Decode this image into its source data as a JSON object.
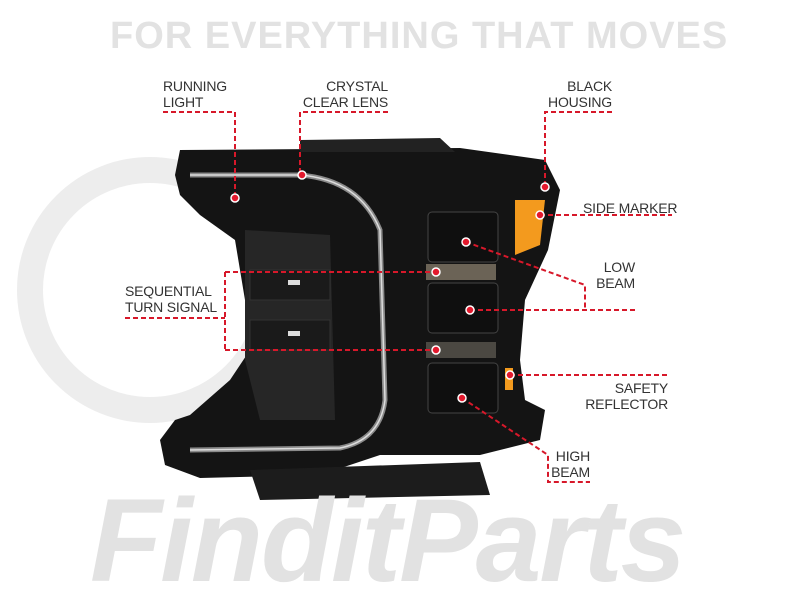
{
  "watermark": {
    "brand": "FinditParts",
    "tagline": "FOR EVERYTHING THAT MOVES"
  },
  "colors": {
    "callout": "#d7182a",
    "housing": "#151515",
    "amber": "#f39a1e"
  },
  "callouts": {
    "running_light": [
      "RUNNING",
      "LIGHT"
    ],
    "crystal_clear_lens": [
      "CRYSTAL",
      "CLEAR LENS"
    ],
    "black_housing": [
      "BLACK",
      "HOUSING"
    ],
    "side_marker": [
      "SIDE MARKER"
    ],
    "low_beam": [
      "LOW",
      "BEAM"
    ],
    "sequential_turn_signal": [
      "SEQUENTIAL",
      "TURN SIGNAL"
    ],
    "safety_reflector": [
      "SAFETY",
      "REFLECTOR"
    ],
    "high_beam": [
      "HIGH",
      "BEAM"
    ]
  }
}
